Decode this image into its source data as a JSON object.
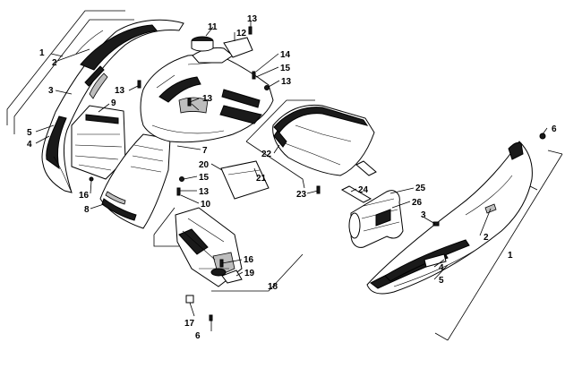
{
  "diagram": {
    "colors": {
      "ink": "#000000",
      "paper": "#ffffff",
      "shade": "#1a1a1a",
      "grey": "#bdbdbd"
    },
    "callouts": [
      {
        "id": "c1a",
        "label": "1"
      },
      {
        "id": "c2a",
        "label": "2"
      },
      {
        "id": "c3a",
        "label": "3"
      },
      {
        "id": "c4a",
        "label": "4"
      },
      {
        "id": "c5a",
        "label": "5"
      },
      {
        "id": "c9",
        "label": "9"
      },
      {
        "id": "c16a",
        "label": "16"
      },
      {
        "id": "c8",
        "label": "8"
      },
      {
        "id": "c11",
        "label": "11"
      },
      {
        "id": "c13a",
        "label": "13"
      },
      {
        "id": "c12",
        "label": "12"
      },
      {
        "id": "c13b",
        "label": "13"
      },
      {
        "id": "c14",
        "label": "14"
      },
      {
        "id": "c15a",
        "label": "15"
      },
      {
        "id": "c13c",
        "label": "13"
      },
      {
        "id": "c13d",
        "label": "13"
      },
      {
        "id": "c7",
        "label": "7"
      },
      {
        "id": "c20",
        "label": "20"
      },
      {
        "id": "c21",
        "label": "21"
      },
      {
        "id": "c15b",
        "label": "15"
      },
      {
        "id": "c13e",
        "label": "13"
      },
      {
        "id": "c10",
        "label": "10"
      },
      {
        "id": "c22",
        "label": "22"
      },
      {
        "id": "c23",
        "label": "23"
      },
      {
        "id": "c24",
        "label": "24"
      },
      {
        "id": "c25",
        "label": "25"
      },
      {
        "id": "c26",
        "label": "26"
      },
      {
        "id": "c3b",
        "label": "3"
      },
      {
        "id": "c6a",
        "label": "6"
      },
      {
        "id": "c2b",
        "label": "2"
      },
      {
        "id": "c1b",
        "label": "1"
      },
      {
        "id": "c4b",
        "label": "4"
      },
      {
        "id": "c5b",
        "label": "5"
      },
      {
        "id": "c16b",
        "label": "16"
      },
      {
        "id": "c19",
        "label": "19"
      },
      {
        "id": "c18",
        "label": "18"
      },
      {
        "id": "c17",
        "label": "17"
      },
      {
        "id": "c6b",
        "label": "6"
      }
    ],
    "icons": [
      "hood-panel-icon",
      "side-panel-icon",
      "console-icon",
      "windshield-icon",
      "tray-icon",
      "filter-icon",
      "bracket-icon"
    ]
  }
}
